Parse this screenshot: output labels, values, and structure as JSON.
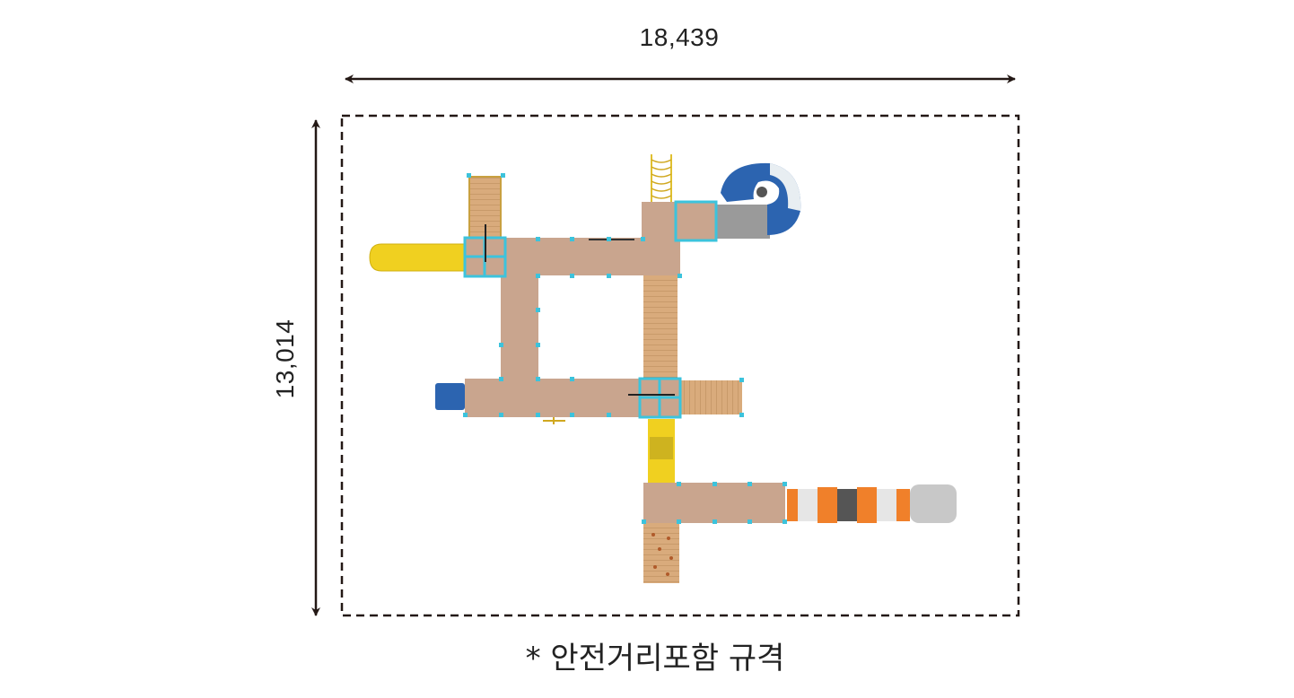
{
  "dimensions": {
    "width_label": "18,439",
    "height_label": "13,014"
  },
  "caption": "* 안전거리포함 규격",
  "colors": {
    "deck": "#c9a58e",
    "frame": "#3cc3dc",
    "yellow": "#f0d020",
    "blue": "#2c64b0",
    "orange": "#f0802a",
    "wood": "#d8a46a",
    "arrow": "#231815"
  }
}
